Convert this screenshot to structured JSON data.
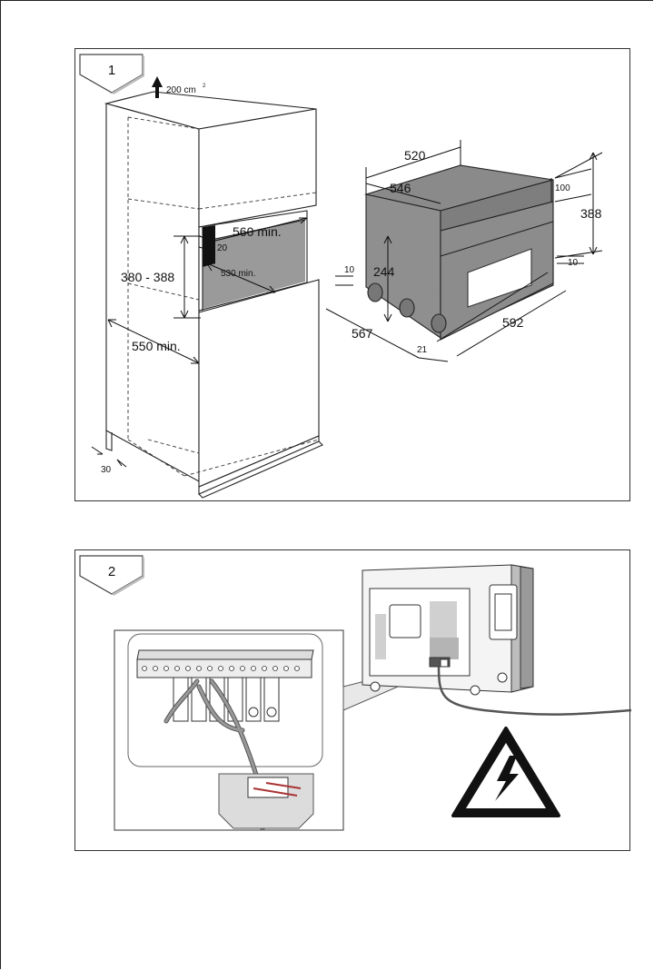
{
  "figure1": {
    "number": "1",
    "labels": {
      "vent": "200 cm",
      "vent_sup": "2",
      "niche_width": "560 min.",
      "gap": "20",
      "niche_depth": "530 min.",
      "niche_height": "380 - 388",
      "cabinet_depth": "550 min.",
      "plinth": "30",
      "oven_depth_body": "520",
      "oven_depth_total": "546",
      "front_height": "100",
      "oven_height": "388",
      "foot_height": "10",
      "body_height": "244",
      "bottom_offset": "10",
      "oven_width": "592",
      "oven_depth_full": "567",
      "door_thickness": "21"
    }
  },
  "figure2": {
    "number": "2"
  },
  "icons": [
    "electrical-hazard-icon"
  ]
}
